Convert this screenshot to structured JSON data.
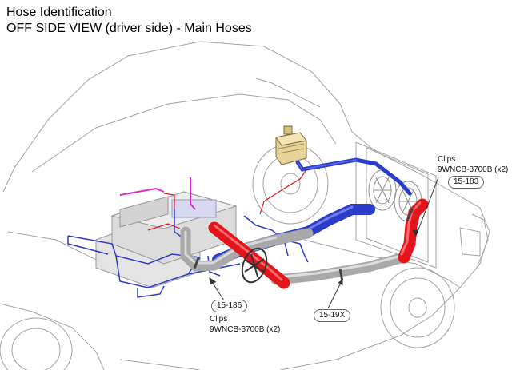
{
  "title": {
    "line1": "Hose Identification",
    "line2": "OFF SIDE VIEW (driver side) - Main Hoses"
  },
  "callouts": {
    "top_clips_label": "Clips",
    "top_clips_part": "9WNCB-3700B (x2)",
    "top_hose": "15-183",
    "bottom_left_hose": "15-186",
    "bottom_clips_label": "Clips",
    "bottom_clips_part": "9WNCB-3700B (x2)",
    "bottom_mid_hose": "15-19X"
  },
  "colors": {
    "hot_hose": "#e3141b",
    "cold_hose": "#2a3cc8",
    "neutral_hose": "#a9a9a9",
    "aux_line": "#d62bd0",
    "outline": "#9c9c9c"
  }
}
